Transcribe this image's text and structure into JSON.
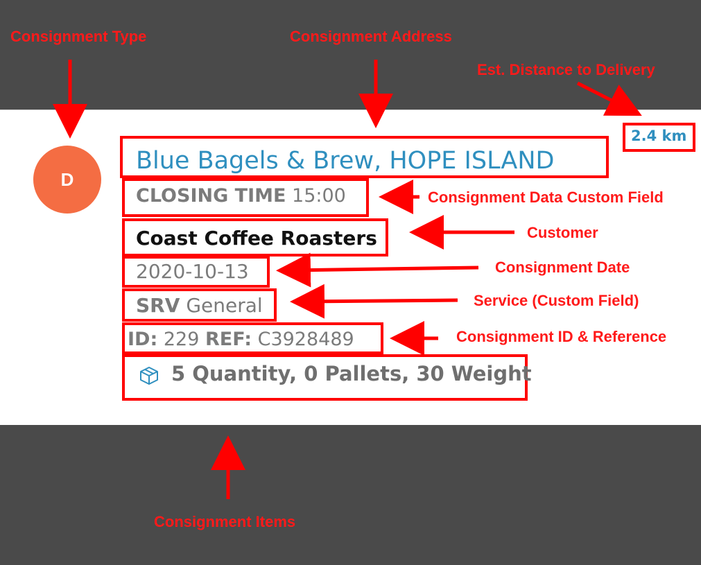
{
  "annotations": {
    "consignment_type": "Consignment Type",
    "consignment_address": "Consignment Address",
    "est_distance": "Est. Distance to Delivery",
    "custom_field": "Consignment Data Custom Field",
    "customer": "Customer",
    "consignment_date": "Consignment Date",
    "service": "Service (Custom Field)",
    "id_reference": "Consignment ID & Reference",
    "items": "Consignment Items"
  },
  "consignment": {
    "type_initial": "D",
    "distance": "2.4 km",
    "address": "Blue Bagels & Brew, HOPE ISLAND",
    "custom_field_label": "CLOSING TIME",
    "custom_field_value": "15:00",
    "customer": "Coast Coffee Roasters",
    "date": "2020-10-13",
    "service_label": "SRV",
    "service_value": "General",
    "id_label": "ID:",
    "id_value": "229",
    "ref_label": "REF:",
    "ref_value": "C3928489",
    "items_summary": "5 Quantity, 0 Pallets, 30 Weight",
    "items_icon": "box-icon"
  },
  "colors": {
    "annotation": "#ff1a1a",
    "avatar": "#f46d43",
    "address": "#2f8fbf",
    "background": "#4a4a4a"
  }
}
